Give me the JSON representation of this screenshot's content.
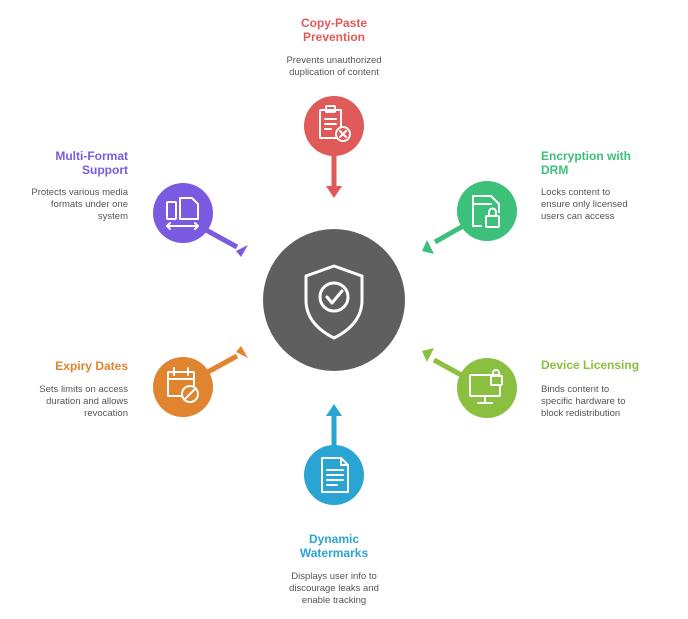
{
  "hub": {
    "icon": "shield-check-icon",
    "color": "#5f5f5f"
  },
  "nodes": {
    "copy_paste": {
      "title": "Copy-Paste Prevention",
      "description": "Prevents unauthorized duplication of content",
      "icon": "clipboard-x-icon",
      "color": "#e05a5a"
    },
    "encryption": {
      "title": "Encryption with DRM",
      "description": "Locks content to ensure only licensed users can access",
      "icon": "file-lock-icon",
      "color": "#3cc07a"
    },
    "device_licensing": {
      "title": "Device Licensing",
      "description": "Binds content to specific hardware to block redistribution",
      "icon": "monitor-lock-icon",
      "color": "#8bbf3f"
    },
    "watermarks": {
      "title": "Dynamic Watermarks",
      "description": "Displays user info to discourage leaks and enable tracking",
      "icon": "document-icon",
      "color": "#2aa4d3"
    },
    "expiry": {
      "title": "Expiry Dates",
      "description": "Sets limits on access duration and allows revocation",
      "icon": "calendar-block-icon",
      "color": "#e0842f"
    },
    "multi_format": {
      "title": "Multi-Format Support",
      "description": "Protects various media formats under one system",
      "icon": "file-formats-icon",
      "color": "#7a5ae0"
    }
  }
}
